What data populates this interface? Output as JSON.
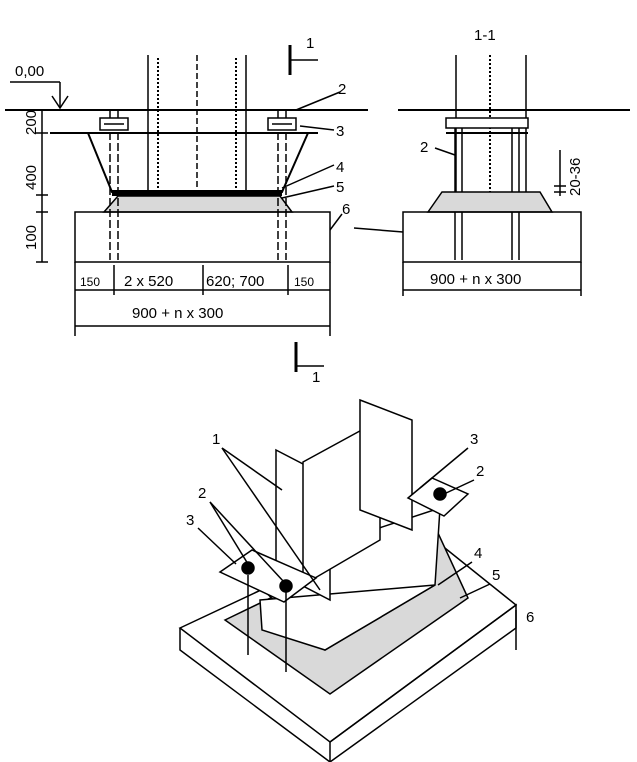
{
  "labels": {
    "elevation": "0,00",
    "section_mark": "1",
    "section_title": "1-1",
    "callout_1": "1",
    "callout_2": "2",
    "callout_3": "3",
    "callout_4": "4",
    "callout_5": "5",
    "callout_6": "6"
  },
  "dimensions": {
    "h200": "200",
    "h400": "400",
    "h100": "100",
    "gap": "20-36",
    "edge_left": "150",
    "bolt_spacing": "2 x 520",
    "mid_span": "620; 700",
    "edge_right": "150",
    "total_width": "900 + n x 300",
    "total_width_section": "900 + n x 300"
  }
}
